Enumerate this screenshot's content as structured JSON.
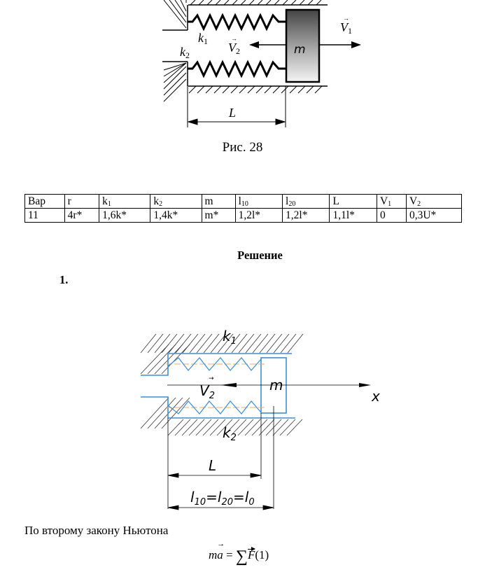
{
  "figure1": {
    "labels": {
      "k1": "k",
      "k1_sub": "1",
      "k2": "k",
      "k2_sub": "2",
      "v1": "V",
      "v1_sub": "1",
      "v2": "V",
      "v2_sub": "2",
      "mass": "m",
      "length": "L"
    },
    "caption": "Рис. 28"
  },
  "params_table": {
    "headers": [
      {
        "main": "Вар",
        "sub": ""
      },
      {
        "main": "r",
        "sub": ""
      },
      {
        "main": "k",
        "sub": "1"
      },
      {
        "main": "k",
        "sub": "2"
      },
      {
        "main": "m",
        "sub": ""
      },
      {
        "main": "l",
        "sub": "10"
      },
      {
        "main": "l",
        "sub": "20"
      },
      {
        "main": "L",
        "sub": ""
      },
      {
        "main": "V",
        "sub": "1"
      },
      {
        "main": "V",
        "sub": "2"
      }
    ],
    "row": [
      "11",
      "4r*",
      "1,6k*",
      "1,4k*",
      "m*",
      "1,2l*",
      "1,2l*",
      "1,1l*",
      "0",
      "0,3U*"
    ]
  },
  "solution": {
    "heading": "Решение",
    "step_number": "1."
  },
  "figure2": {
    "labels": {
      "k1": "k",
      "k1_sub": "1",
      "k2": "k",
      "k2_sub": "2",
      "v2": "V",
      "v2_sub": "2",
      "mass": "m",
      "axis": "x",
      "length": "L",
      "l10": "l",
      "l10_sub": "10",
      "eq1": "=",
      "l20": "l",
      "l20_sub": "20",
      "eq2": "=",
      "l0": "l",
      "l0_sub": "0"
    },
    "colors": {
      "outline": "#3a8fd8",
      "centerline": "#f0a860",
      "hatch": "#333333"
    }
  },
  "text": {
    "newton_law": "По второму закону Ньютона",
    "formula": {
      "m": "m",
      "a": "a",
      "equals": " = ",
      "sum": "∑",
      "F": "F",
      "number": "(1)"
    }
  }
}
